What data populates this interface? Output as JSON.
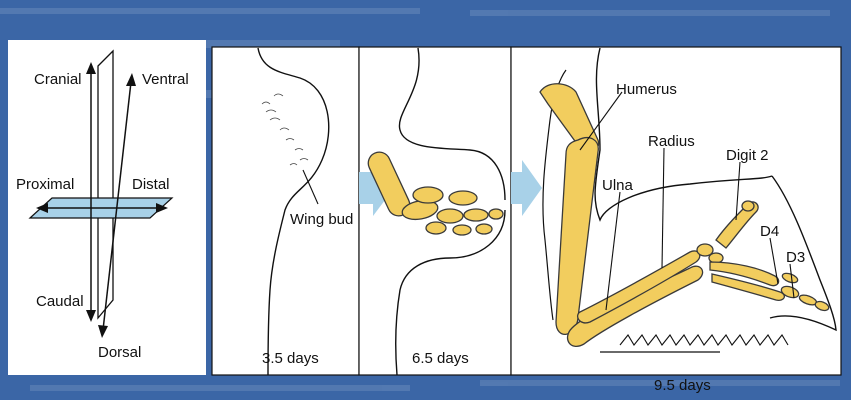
{
  "colors": {
    "background_page": "#3b66a6",
    "panel": "#ffffff",
    "bone": "#f2cd5e",
    "arrow": "#a8d1e8",
    "line": "#111111"
  },
  "axes": {
    "cranial": "Cranial",
    "ventral": "Ventral",
    "proximal": "Proximal",
    "distal": "Distal",
    "caudal": "Caudal",
    "dorsal": "Dorsal"
  },
  "stages": [
    {
      "day": "3.5 days",
      "label": "Wing bud"
    },
    {
      "day": "6.5 days"
    },
    {
      "day": "9.5 days",
      "labels": [
        "Humerus",
        "Radius",
        "Digit 2",
        "Ulna",
        "D4",
        "D3"
      ]
    }
  ]
}
